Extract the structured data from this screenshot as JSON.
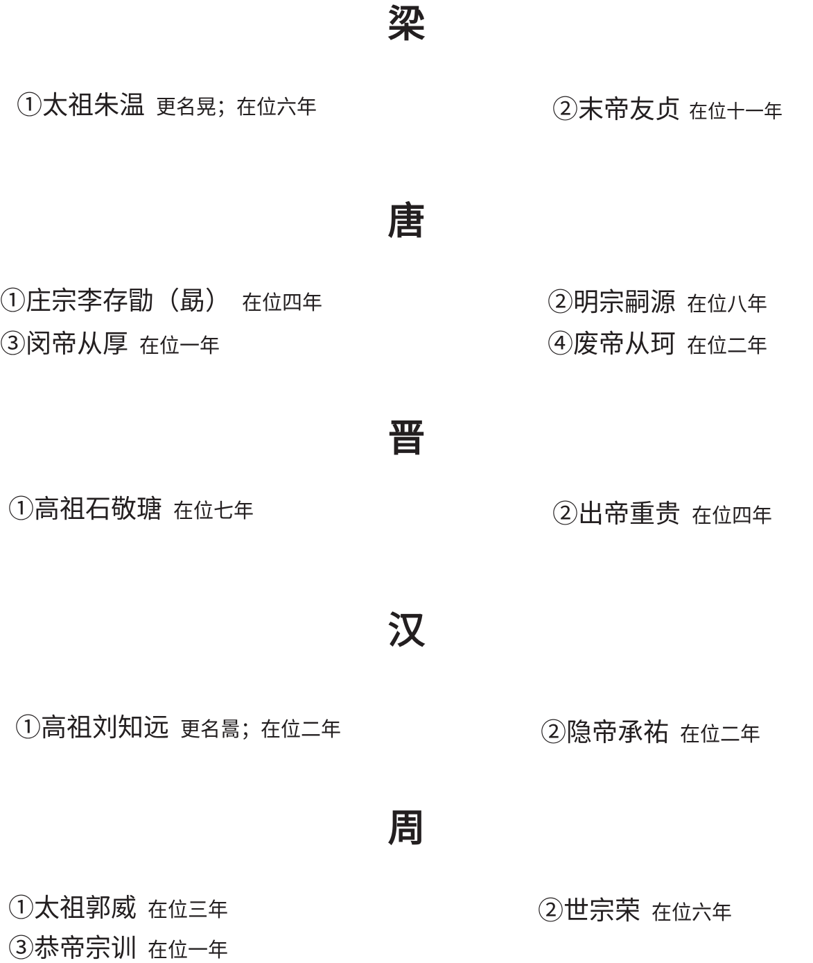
{
  "dynasties": [
    {
      "title": "梁",
      "rulers": [
        {
          "name": "①太祖朱温",
          "note": "更名晃；在位六年"
        },
        {
          "name": "②末帝友贞",
          "note": "在位十一年"
        }
      ]
    },
    {
      "title": "唐",
      "rulers": [
        {
          "name": "①庄宗李存勖（勗）",
          "note": "在位四年"
        },
        {
          "name": "②明宗嗣源",
          "note": "在位八年"
        },
        {
          "name": "③闵帝从厚",
          "note": "在位一年"
        },
        {
          "name": "④废帝从珂",
          "note": "在位二年"
        }
      ]
    },
    {
      "title": "晋",
      "rulers": [
        {
          "name": "①高祖石敬瑭",
          "note": "在位七年"
        },
        {
          "name": "②出帝重贵",
          "note": "在位四年"
        }
      ]
    },
    {
      "title": "汉",
      "rulers": [
        {
          "name": "①高祖刘知远",
          "note": "更名暠；在位二年"
        },
        {
          "name": "②隐帝承祐",
          "note": "在位二年"
        }
      ]
    },
    {
      "title": "周",
      "rulers": [
        {
          "name": "①太祖郭威",
          "note": "在位三年"
        },
        {
          "name": "②世宗荣",
          "note": "在位六年"
        },
        {
          "name": "③恭帝宗训",
          "note": "在位一年"
        }
      ]
    }
  ]
}
